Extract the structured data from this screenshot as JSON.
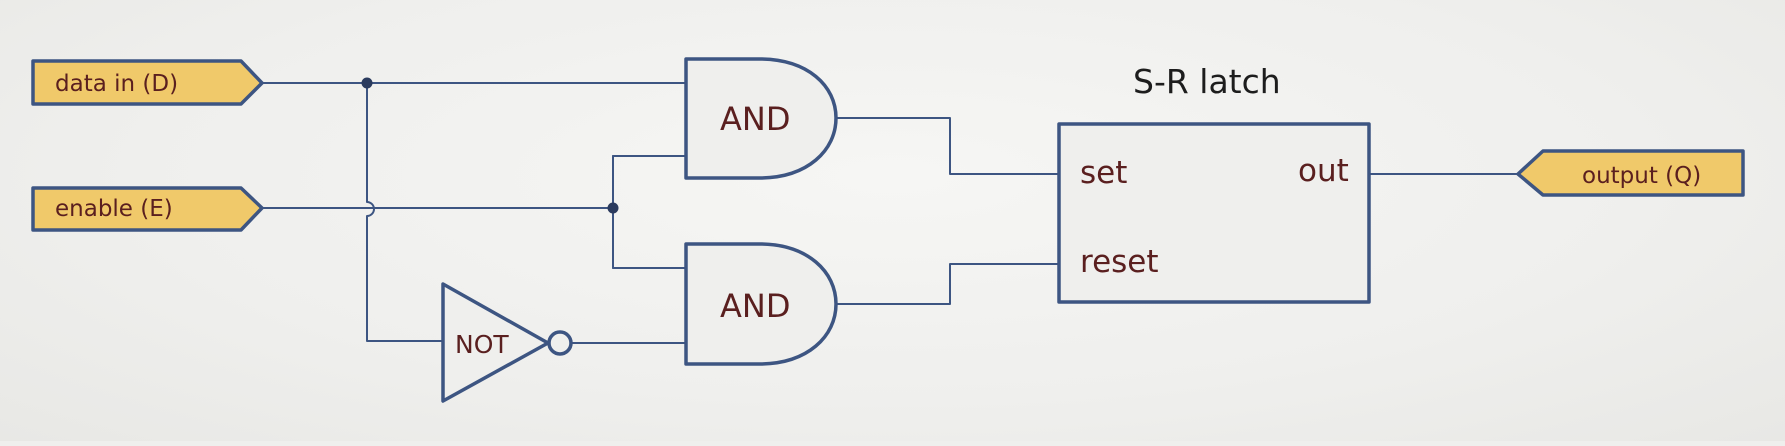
{
  "diagram": {
    "inputs": {
      "data": "data in (D)",
      "enable": "enable (E)"
    },
    "output": "output (Q)",
    "gates": {
      "and_top": "AND",
      "and_bottom": "AND",
      "not": "NOT"
    },
    "latch": {
      "title": "S-R latch",
      "set": "set",
      "reset": "reset",
      "out": "out"
    }
  },
  "colors": {
    "wire": "#3d5582",
    "pin_fill": "#f0c96a",
    "label_text": "#5a1f1f",
    "background": "#efefed"
  }
}
